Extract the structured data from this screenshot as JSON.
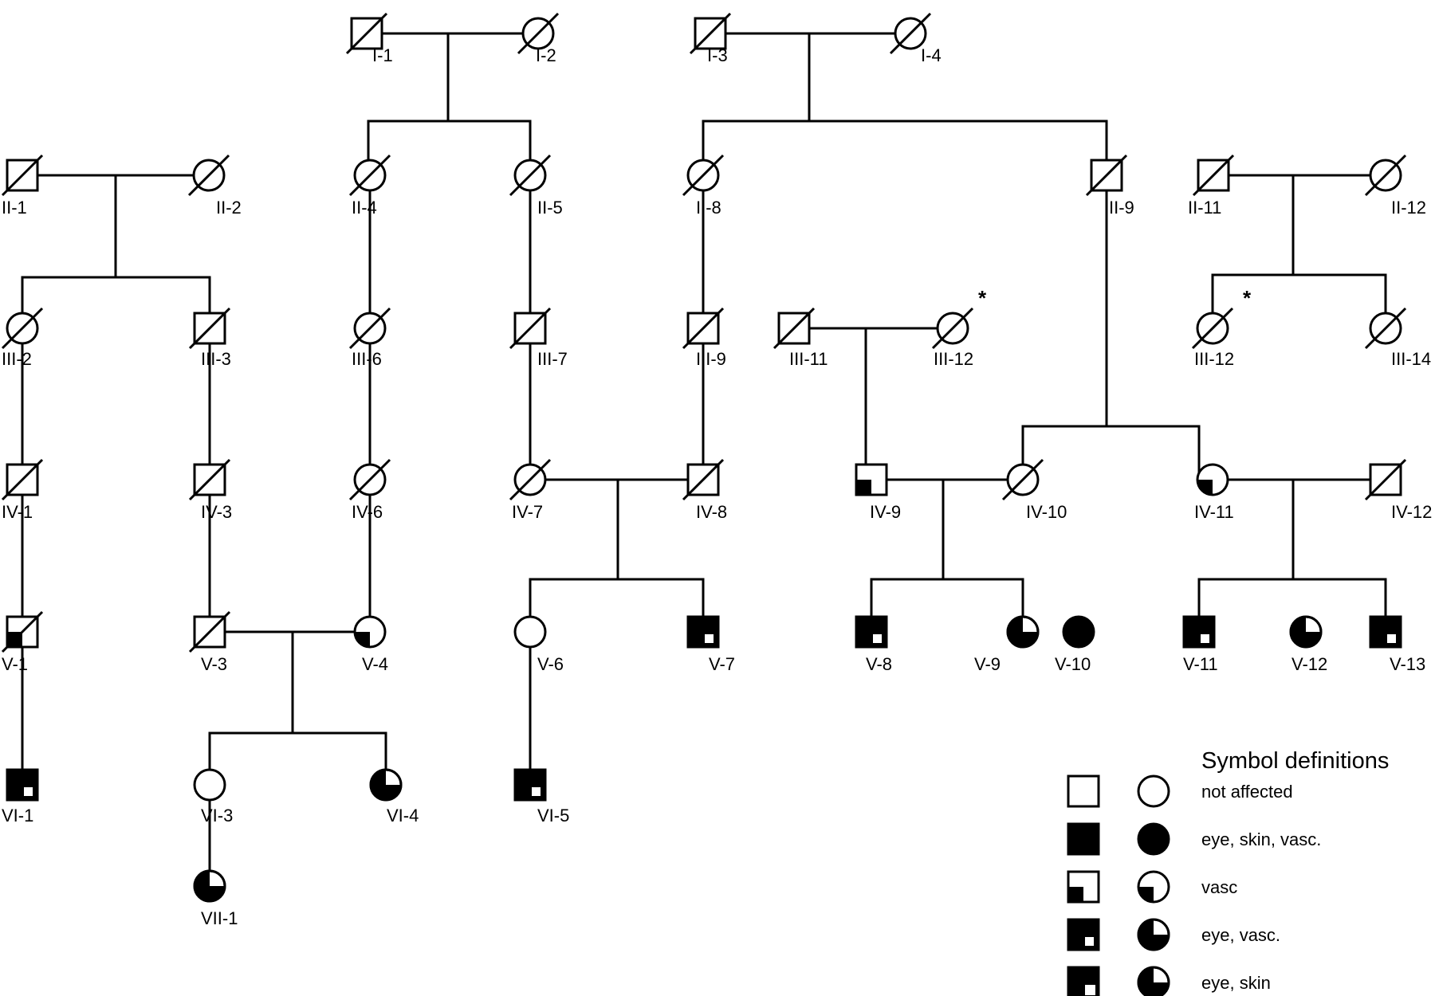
{
  "people": [
    {
      "id": "I-1",
      "sex": "male",
      "deceased": true,
      "status": "not_affected"
    },
    {
      "id": "I-2",
      "sex": "female",
      "deceased": true,
      "status": "not_affected"
    },
    {
      "id": "I-3",
      "sex": "male",
      "deceased": true,
      "status": "not_affected"
    },
    {
      "id": "I-4",
      "sex": "female",
      "deceased": true,
      "status": "not_affected"
    },
    {
      "id": "II-1",
      "sex": "male",
      "deceased": true,
      "status": "not_affected"
    },
    {
      "id": "II-2",
      "sex": "female",
      "deceased": true,
      "status": "not_affected"
    },
    {
      "id": "II-4",
      "sex": "female",
      "deceased": true,
      "status": "not_affected"
    },
    {
      "id": "II-5",
      "sex": "female",
      "deceased": true,
      "status": "not_affected"
    },
    {
      "id": "II-8",
      "sex": "female",
      "deceased": true,
      "status": "not_affected"
    },
    {
      "id": "II-9",
      "sex": "male",
      "deceased": true,
      "status": "not_affected"
    },
    {
      "id": "II-11",
      "sex": "male",
      "deceased": true,
      "status": "not_affected"
    },
    {
      "id": "II-12",
      "sex": "female",
      "deceased": true,
      "status": "not_affected"
    },
    {
      "id": "III-2",
      "sex": "female",
      "deceased": true,
      "status": "not_affected"
    },
    {
      "id": "III-3",
      "sex": "male",
      "deceased": true,
      "status": "not_affected"
    },
    {
      "id": "III-6",
      "sex": "female",
      "deceased": true,
      "status": "not_affected"
    },
    {
      "id": "III-7",
      "sex": "male",
      "deceased": true,
      "status": "not_affected"
    },
    {
      "id": "III-9",
      "sex": "male",
      "deceased": true,
      "status": "not_affected"
    },
    {
      "id": "III-11",
      "sex": "male",
      "deceased": true,
      "status": "not_affected"
    },
    {
      "id": "III-12",
      "sex": "female",
      "deceased": true,
      "status": "not_affected",
      "asterisk": true
    },
    {
      "id": "III-12",
      "sex": "female",
      "deceased": true,
      "status": "not_affected",
      "asterisk": true
    },
    {
      "id": "III-14",
      "sex": "female",
      "deceased": true,
      "status": "not_affected"
    },
    {
      "id": "IV-1",
      "sex": "male",
      "deceased": true,
      "status": "not_affected"
    },
    {
      "id": "IV-3",
      "sex": "male",
      "deceased": true,
      "status": "not_affected"
    },
    {
      "id": "IV-6",
      "sex": "female",
      "deceased": true,
      "status": "not_affected"
    },
    {
      "id": "IV-7",
      "sex": "female",
      "deceased": true,
      "status": "not_affected"
    },
    {
      "id": "IV-8",
      "sex": "male",
      "deceased": true,
      "status": "not_affected"
    },
    {
      "id": "IV-9",
      "sex": "male",
      "deceased": false,
      "status": "vasc"
    },
    {
      "id": "IV-10",
      "sex": "female",
      "deceased": true,
      "status": "not_affected"
    },
    {
      "id": "IV-11",
      "sex": "female",
      "deceased": false,
      "status": "vasc"
    },
    {
      "id": "IV-12",
      "sex": "male",
      "deceased": true,
      "status": "not_affected"
    },
    {
      "id": "V-1",
      "sex": "male",
      "deceased": true,
      "status": "vasc"
    },
    {
      "id": "V-3",
      "sex": "male",
      "deceased": true,
      "status": "not_affected"
    },
    {
      "id": "V-4",
      "sex": "female",
      "deceased": false,
      "status": "vasc"
    },
    {
      "id": "V-6",
      "sex": "female",
      "deceased": false,
      "status": "not_affected"
    },
    {
      "id": "V-7",
      "sex": "male",
      "deceased": false,
      "status": "eye_vasc"
    },
    {
      "id": "V-8",
      "sex": "male",
      "deceased": false,
      "status": "eye_vasc"
    },
    {
      "id": "V-9",
      "sex": "female",
      "deceased": false,
      "status": "eye_skin"
    },
    {
      "id": "V-10",
      "sex": "female",
      "deceased": false,
      "status": "eye_skin_vasc"
    },
    {
      "id": "V-11",
      "sex": "male",
      "deceased": false,
      "status": "eye_vasc"
    },
    {
      "id": "V-12",
      "sex": "female",
      "deceased": false,
      "status": "eye_skin"
    },
    {
      "id": "V-13",
      "sex": "male",
      "deceased": false,
      "status": "eye_vasc"
    },
    {
      "id": "VI-1",
      "sex": "male",
      "deceased": false,
      "status": "eye_vasc"
    },
    {
      "id": "VI-3",
      "sex": "female",
      "deceased": false,
      "status": "not_affected"
    },
    {
      "id": "VI-4",
      "sex": "female",
      "deceased": false,
      "status": "eye_skin"
    },
    {
      "id": "VI-5",
      "sex": "male",
      "deceased": false,
      "status": "eye_vasc"
    },
    {
      "id": "VII-1",
      "sex": "female",
      "deceased": false,
      "status": "eye_skin"
    }
  ],
  "legend": {
    "title": "Symbol definitions",
    "items": [
      {
        "status": "not_affected",
        "label": "not affected"
      },
      {
        "status": "eye_skin_vasc",
        "label": "eye, skin, vasc."
      },
      {
        "status": "vasc",
        "label": "vasc"
      },
      {
        "status": "eye_vasc",
        "label": "eye, vasc."
      },
      {
        "status": "eye_skin",
        "label": "eye, skin"
      }
    ]
  },
  "marker": "*"
}
